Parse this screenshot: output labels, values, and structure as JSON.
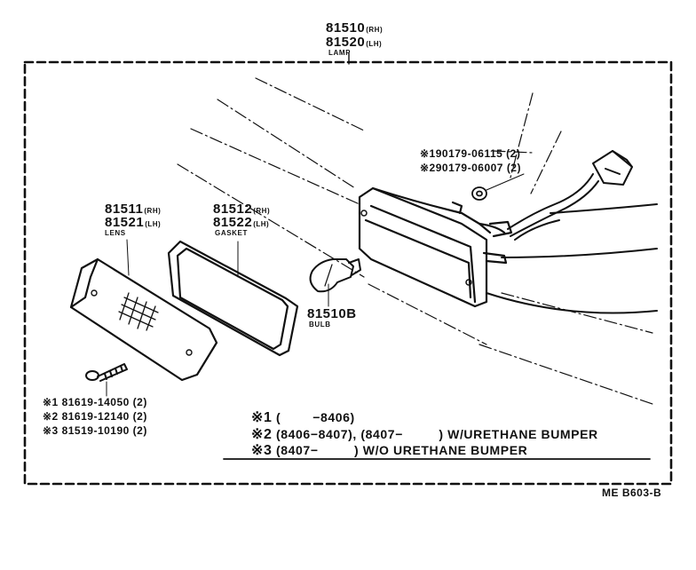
{
  "lamp": {
    "pn_rh": "81510",
    "rh": "(RH)",
    "pn_lh": "81520",
    "lh": "(LH)",
    "name": "LAMP"
  },
  "lens": {
    "pn_rh": "81511",
    "rh": "(RH)",
    "pn_lh": "81521",
    "lh": "(LH)",
    "name": "LENS"
  },
  "gasket": {
    "pn_rh": "81512",
    "rh": "(RH)",
    "pn_lh": "81522",
    "lh": "(LH)",
    "name": "GASKET"
  },
  "bulb": {
    "pn": "81510B",
    "name": "BULB"
  },
  "nut": {
    "lines": [
      {
        "mark": "※1",
        "pn": "90179-06115",
        "qty": "(2)"
      },
      {
        "mark": "※2",
        "pn": "90179-06007",
        "qty": "(2)"
      }
    ]
  },
  "screw": {
    "lines": [
      {
        "mark": "※1",
        "pn": "81619-14050",
        "qty": "(2)"
      },
      {
        "mark": "※2",
        "pn": "81619-12140",
        "qty": "(2)"
      },
      {
        "mark": "※3",
        "pn": "81519-10190",
        "qty": "(2)"
      }
    ]
  },
  "notes": [
    {
      "mark": "※1",
      "text": "(        −8406)"
    },
    {
      "mark": "※2",
      "text": "(8406−8407), (8407−         ) W/URETHANE BUMPER"
    },
    {
      "mark": "※3",
      "text": "(8407−         ) W/O URETHANE BUMPER"
    }
  ],
  "ref_code": "ME B603-B"
}
